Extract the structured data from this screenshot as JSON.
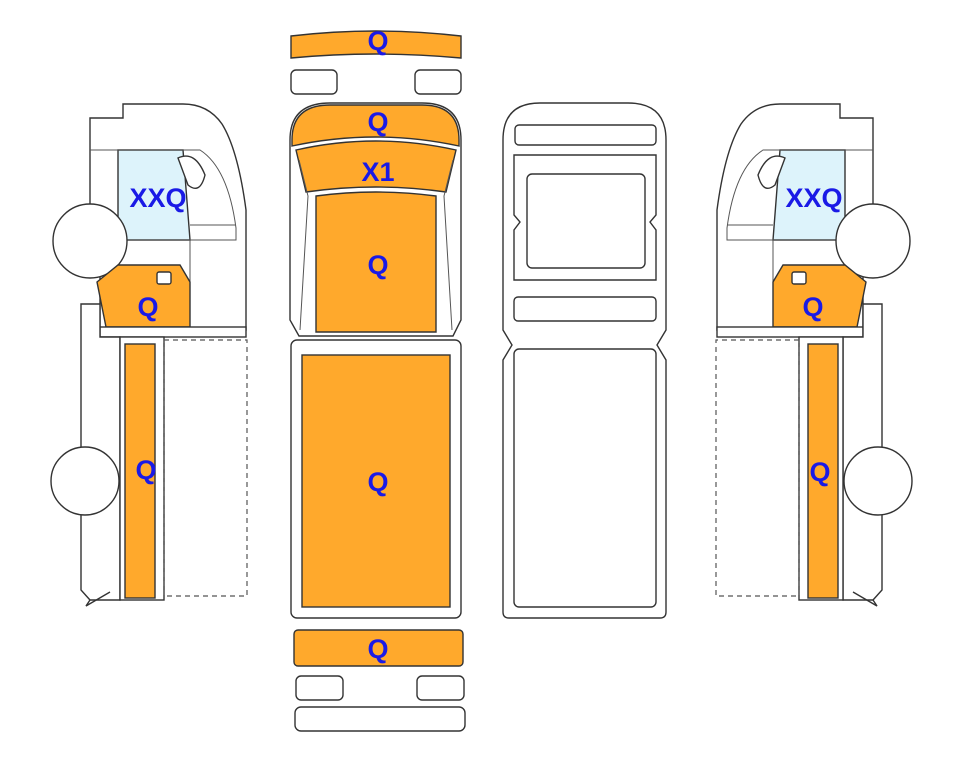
{
  "colors": {
    "damaged": "#FFA92C",
    "glass": "#DDF3FB",
    "label": "#1A1AE6",
    "outline": "#333333"
  },
  "labels": {
    "front_bumper_top": "Q",
    "hood": "Q",
    "windshield": "X1",
    "roof": "Q",
    "cargo_roof": "Q",
    "rear_bumper": "Q",
    "left_door_glass": "XXQ",
    "left_door_lower": "Q",
    "left_side_panel": "Q",
    "right_door_glass": "XXQ",
    "right_door_lower": "Q",
    "right_side_panel": "Q"
  }
}
